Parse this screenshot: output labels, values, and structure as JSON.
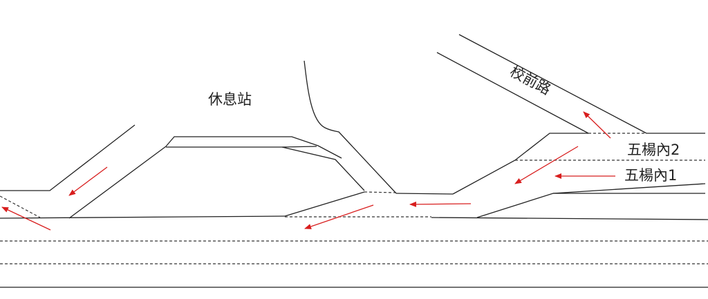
{
  "labels": {
    "rest_stop": "休息站",
    "school_road": "校前路",
    "wuyang_inner_2": "五楊內2",
    "wuyang_inner_1": "五楊內1"
  },
  "colors": {
    "road_line": "#222222",
    "arrow": "#d81e1e",
    "background": "#ffffff"
  }
}
